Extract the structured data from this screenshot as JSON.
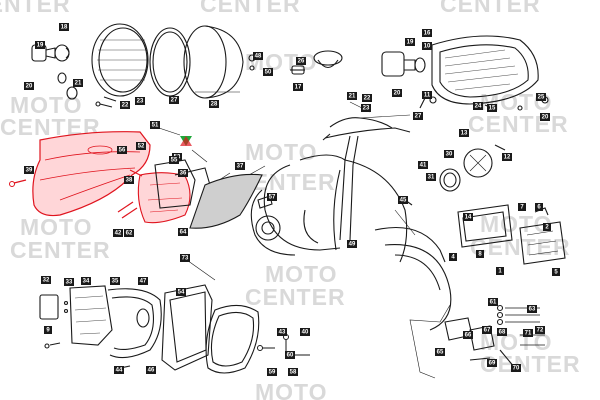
{
  "watermark": {
    "line1": "MOTO",
    "line2": "CENTER"
  },
  "colors": {
    "highlight": "#e0141e",
    "line": "#1a1a1a",
    "watermark": "#d9d9d9",
    "marker": "#1fa83a"
  },
  "callouts": [
    {
      "id": "c18",
      "label": "18"
    },
    {
      "id": "c19",
      "label": "19"
    },
    {
      "id": "c20a",
      "label": "20"
    },
    {
      "id": "c21a",
      "label": "21"
    },
    {
      "id": "c22a",
      "label": "22"
    },
    {
      "id": "c23a",
      "label": "23"
    },
    {
      "id": "c27a",
      "label": "27"
    },
    {
      "id": "c28",
      "label": "28"
    },
    {
      "id": "c48",
      "label": "48"
    },
    {
      "id": "c50",
      "label": "50"
    },
    {
      "id": "c26",
      "label": "26"
    },
    {
      "id": "c17",
      "label": "17"
    },
    {
      "id": "c19b",
      "label": "19"
    },
    {
      "id": "c20b",
      "label": "20"
    },
    {
      "id": "c16",
      "label": "16"
    },
    {
      "id": "c10",
      "label": "10"
    },
    {
      "id": "c11",
      "label": "11"
    },
    {
      "id": "c25",
      "label": "25"
    },
    {
      "id": "c20c",
      "label": "20"
    },
    {
      "id": "c24",
      "label": "24"
    },
    {
      "id": "c15",
      "label": "15"
    },
    {
      "id": "c22b",
      "label": "22"
    },
    {
      "id": "c23b",
      "label": "23"
    },
    {
      "id": "c21b",
      "label": "21"
    },
    {
      "id": "c27b",
      "label": "27"
    },
    {
      "id": "c51",
      "label": "51"
    },
    {
      "id": "c52",
      "label": "52"
    },
    {
      "id": "c56",
      "label": "56"
    },
    {
      "id": "c53",
      "label": "53"
    },
    {
      "id": "c39",
      "label": "39"
    },
    {
      "id": "c36",
      "label": "36"
    },
    {
      "id": "c55",
      "label": "55"
    },
    {
      "id": "c38",
      "label": "38"
    },
    {
      "id": "c37",
      "label": "37"
    },
    {
      "id": "c42",
      "label": "42"
    },
    {
      "id": "c62",
      "label": "62"
    },
    {
      "id": "c64",
      "label": "64"
    },
    {
      "id": "c73",
      "label": "73"
    },
    {
      "id": "c49",
      "label": "49"
    },
    {
      "id": "c45",
      "label": "45"
    },
    {
      "id": "c57",
      "label": "57"
    },
    {
      "id": "c41",
      "label": "41"
    },
    {
      "id": "c13",
      "label": "13"
    },
    {
      "id": "c30",
      "label": "30"
    },
    {
      "id": "c31",
      "label": "31"
    },
    {
      "id": "c12",
      "label": "12"
    },
    {
      "id": "c14",
      "label": "14"
    },
    {
      "id": "c7",
      "label": "7"
    },
    {
      "id": "c6",
      "label": "6"
    },
    {
      "id": "c8",
      "label": "8"
    },
    {
      "id": "c5",
      "label": "5"
    },
    {
      "id": "c1",
      "label": "1"
    },
    {
      "id": "c2",
      "label": "2"
    },
    {
      "id": "c32",
      "label": "32"
    },
    {
      "id": "c33",
      "label": "33"
    },
    {
      "id": "c34",
      "label": "34"
    },
    {
      "id": "c35",
      "label": "35"
    },
    {
      "id": "c47",
      "label": "47"
    },
    {
      "id": "c44",
      "label": "44"
    },
    {
      "id": "c46",
      "label": "46"
    },
    {
      "id": "c54",
      "label": "54"
    },
    {
      "id": "c43",
      "label": "43"
    },
    {
      "id": "c40",
      "label": "40"
    },
    {
      "id": "c59",
      "label": "59"
    },
    {
      "id": "c58",
      "label": "58"
    },
    {
      "id": "c60",
      "label": "60"
    },
    {
      "id": "c61",
      "label": "61"
    },
    {
      "id": "c63",
      "label": "63"
    },
    {
      "id": "c65",
      "label": "65"
    },
    {
      "id": "c66",
      "label": "66"
    },
    {
      "id": "c67",
      "label": "67"
    },
    {
      "id": "c68",
      "label": "68"
    },
    {
      "id": "c69",
      "label": "69"
    },
    {
      "id": "c70",
      "label": "70"
    },
    {
      "id": "c71",
      "label": "71"
    },
    {
      "id": "c72",
      "label": "72"
    },
    {
      "id": "c4",
      "label": "4"
    },
    {
      "id": "c9",
      "label": "9"
    }
  ]
}
